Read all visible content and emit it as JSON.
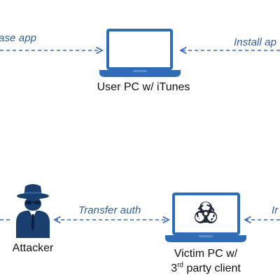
{
  "nodes": {
    "user_pc": {
      "label": "User PC w/ iTunes",
      "icon": "laptop-icon"
    },
    "attacker": {
      "label": "Attacker",
      "icon": "hooded-attacker-icon"
    },
    "victim_pc": {
      "label_line1": "Victim PC w/",
      "label_ordinal": "3",
      "label_ordinal_suffix": "rd",
      "label_line2_rest": " party client",
      "icon": "laptop-biohazard-icon"
    }
  },
  "edges": {
    "top_left": "ase app",
    "top_right": "Install ap",
    "bottom_middle": "Transfer auth",
    "bottom_right": "Ir"
  },
  "colors": {
    "accent": "#2e6db4",
    "dark_navy": "#1a3e6e",
    "arrow": "#3a6fb5"
  }
}
